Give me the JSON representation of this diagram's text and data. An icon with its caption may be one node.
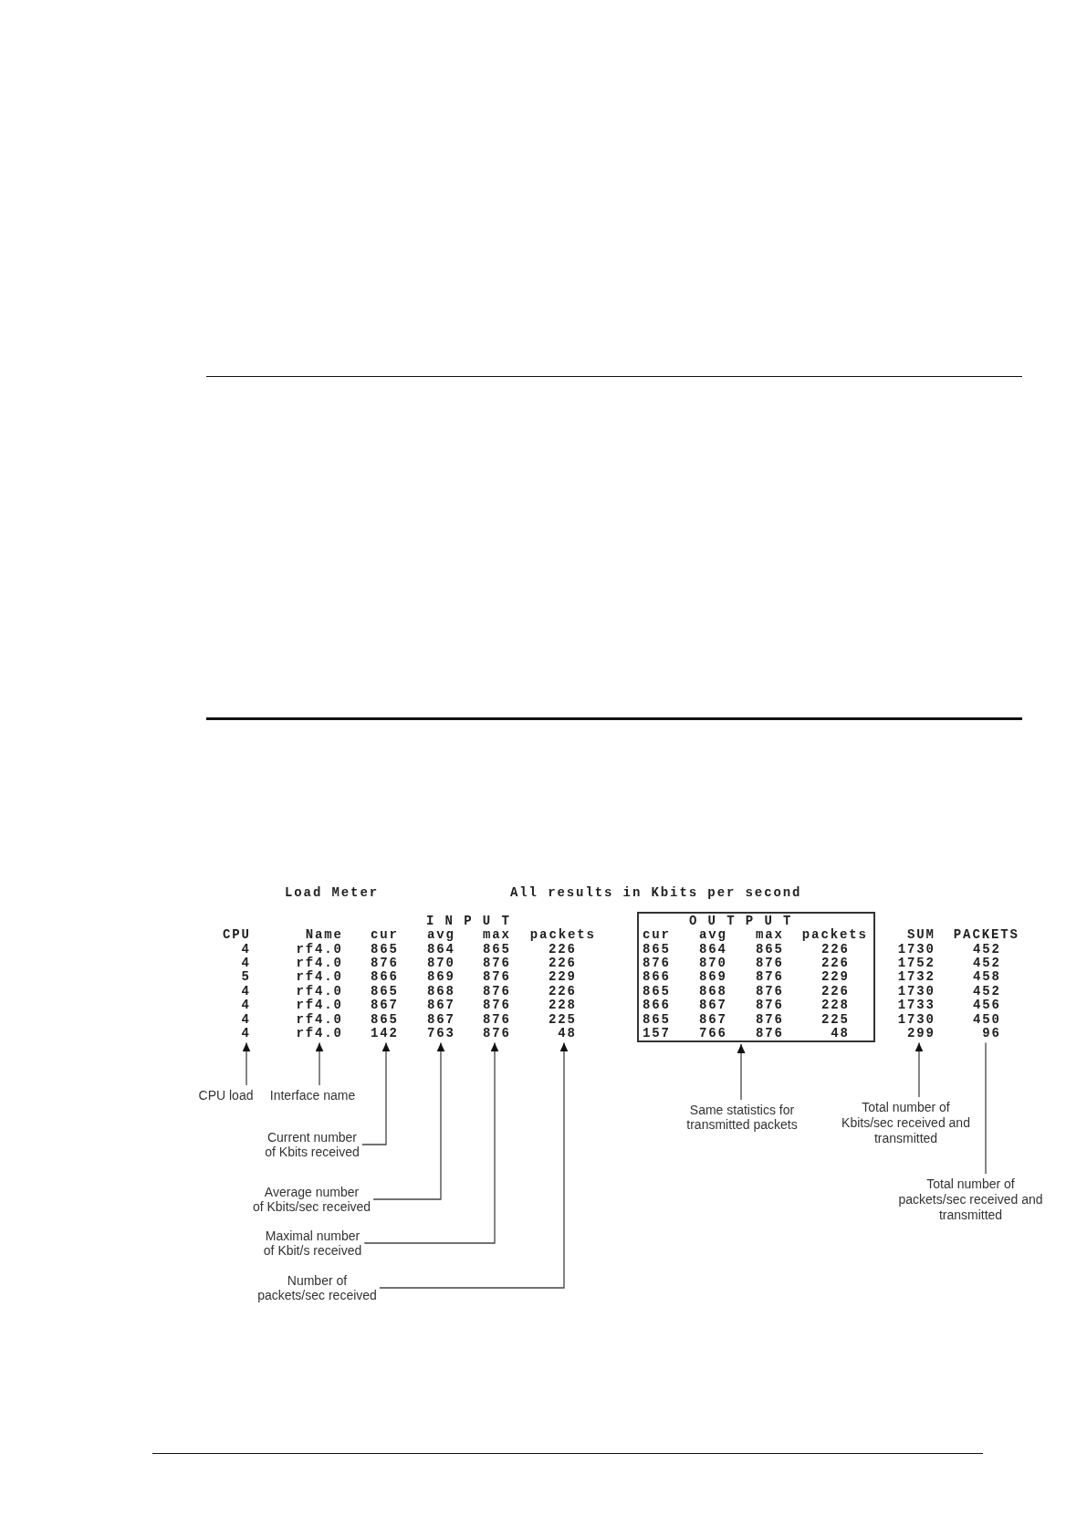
{
  "diagram": {
    "title": "Load Meter",
    "nodes": [
      {
        "text": [
          "CPU",
          "4",
          "4",
          "5",
          "4",
          "4",
          "4",
          "4"
        ]
      },
      {
        "text": [
          "Name",
          "rf4.0",
          "rf4.0",
          "rf4.0",
          "rf4.0",
          "rf4.0",
          "rf4.0",
          "rf4.0"
        ]
      },
      {
        "text": [
          "cur",
          "865",
          "876",
          "866",
          "865",
          "867",
          "865",
          "142"
        ]
      },
      {
        "text": [
          "avg",
          "864",
          "870",
          "869",
          "868",
          "867",
          "867",
          "763"
        ]
      },
      {
        "text": [
          "max",
          "865",
          "876",
          "876",
          "876",
          "876",
          "876",
          "876"
        ]
      },
      {
        "text": [
          "packets",
          "226",
          "226",
          "229",
          "226",
          "228",
          "225",
          "48"
        ]
      },
      {
        "text": [
          "O U T P U T",
          "cur",
          "avg",
          "max",
          "packets",
          "865",
          "864",
          "865",
          "226",
          "876",
          "870",
          "876",
          "226",
          "866",
          "869",
          "876",
          "229",
          "865",
          "868",
          "876",
          "226",
          "866",
          "867",
          "876",
          "228",
          "865",
          "867",
          "876",
          "225",
          "157",
          "766",
          "876",
          "48"
        ]
      },
      {
        "text": [
          "SUM",
          "1730",
          "1752",
          "1732",
          "1730",
          "1733",
          "1730",
          "299"
        ]
      },
      {
        "text": [
          "PACKETS",
          "452",
          "452",
          "458",
          "452",
          "456",
          "450",
          "96"
        ]
      },
      {
        "text": [
          "CPU load"
        ]
      },
      {
        "text": [
          "Interface name"
        ]
      },
      {
        "text": [
          "Current number of Kbits received"
        ]
      },
      {
        "text": [
          "Average number of Kbits/sec received"
        ]
      },
      {
        "text": [
          "Maximal number of Kbit/s received"
        ]
      },
      {
        "text": [
          "Number of packets/sec received"
        ]
      },
      {
        "text": [
          "Same statistics for transmitted packets"
        ]
      },
      {
        "text": [
          "Total number of Kbits/sec received and transmitted"
        ]
      },
      {
        "text": [
          "Total number of packets/sec received and transmitted"
        ]
      }
    ],
    "edges": [
      {
        "from": 9,
        "to": 0,
        "arrow": "to"
      },
      {
        "from": 10,
        "to": 1,
        "arrow": "to"
      },
      {
        "from": 11,
        "to": 2,
        "arrow": "to"
      },
      {
        "from": 12,
        "to": 3,
        "arrow": "to"
      },
      {
        "from": 13,
        "to": 4,
        "arrow": "to"
      },
      {
        "from": 14,
        "to": 5,
        "arrow": "to"
      },
      {
        "from": 15,
        "to": 6,
        "arrow": "to"
      },
      {
        "from": 16,
        "to": 7,
        "arrow": "to"
      },
      {
        "from": 17,
        "to": 8,
        "arrow": "none"
      }
    ],
    "labels": [
      "All results in Kbits per second",
      "I N P U T"
    ]
  }
}
